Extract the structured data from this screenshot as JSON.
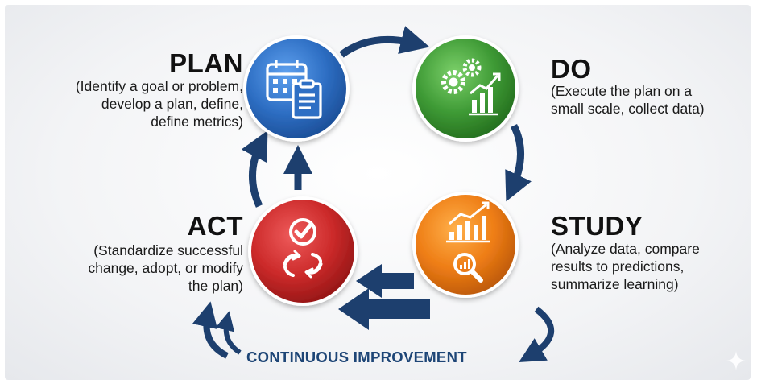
{
  "plan": {
    "title": "PLAN",
    "description": "(Identify a goal or problem,\ndevelop a plan, define,\ndefine metrics)",
    "icon": "calendar-clipboard-icon",
    "color": "#2e6fc4"
  },
  "do": {
    "title": "DO",
    "description": "(Execute the plan on a\nsmall scale, collect data)",
    "icon": "gears-chart-icon",
    "color": "#3e9a35"
  },
  "study": {
    "title": "STUDY",
    "description": "(Analyze data, compare\nresults to predictions,\nsummarize learning)",
    "icon": "chart-magnifier-icon",
    "color": "#ee7d15"
  },
  "act": {
    "title": "ACT",
    "description": "(Standardize successful\nchange, adopt, or modify\nthe plan)",
    "icon": "check-cycle-icon",
    "color": "#cc2a2a"
  },
  "footer": {
    "label": "CONTINUOUS IMPROVEMENT"
  },
  "colors": {
    "arrow": "#1d3f6e",
    "text": "#111111"
  }
}
